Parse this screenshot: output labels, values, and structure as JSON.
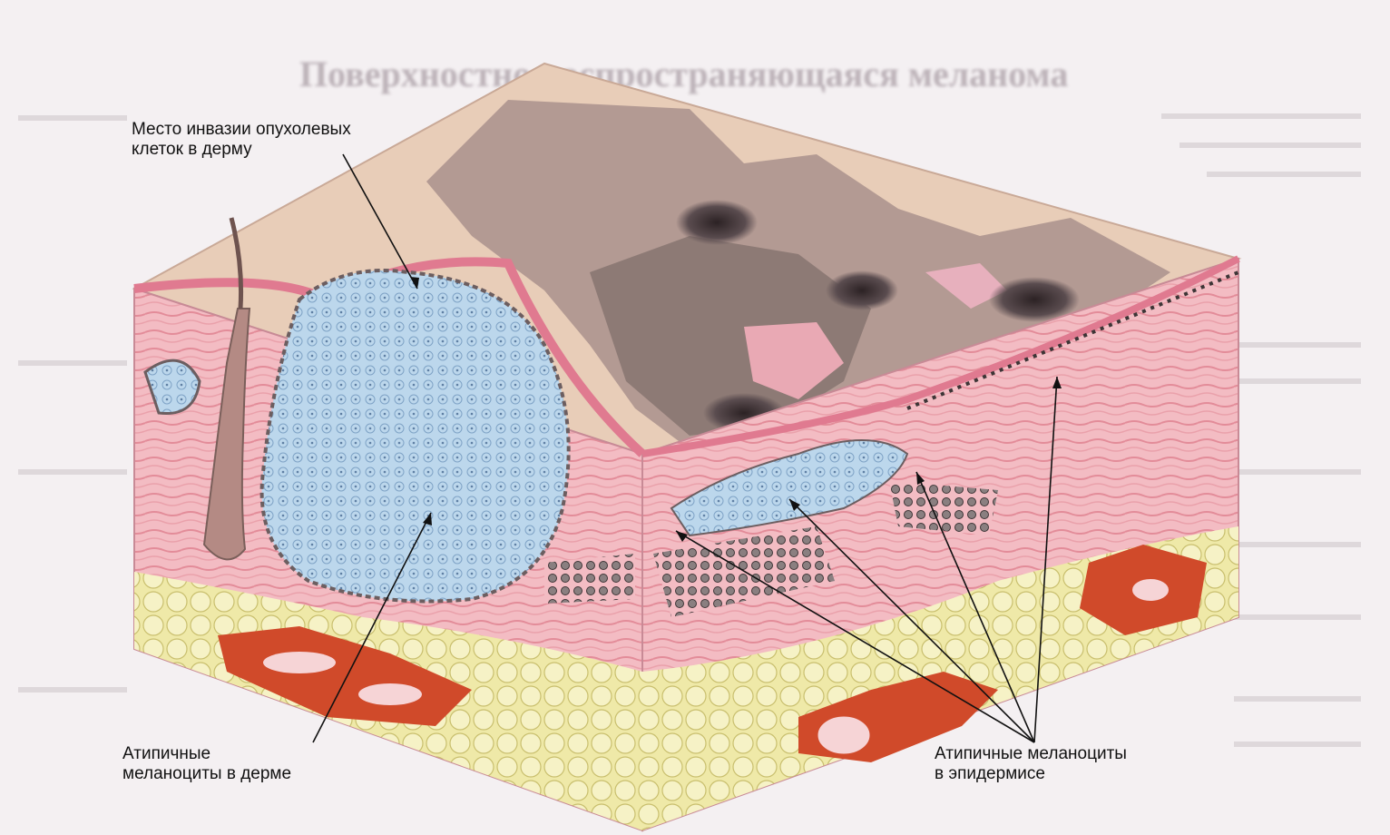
{
  "background_title": "Поверхностно распространяющаяся меланома",
  "labels": {
    "invasion": "Место инвазии опухолевых\nклеток в дерму",
    "dermis_melanocytes": "Атипичные\nмеланоциты в дерме",
    "epidermis_melanocytes": "Атипичные меланоциты\nв эпидермисе"
  },
  "colors": {
    "surface": "#e8cdb8",
    "lesion": "#9b8580",
    "dermis": "#f2b8c0",
    "tumor": "#bcd7ec",
    "fat": "#f4efb8",
    "vessel": "#d04a2a"
  }
}
